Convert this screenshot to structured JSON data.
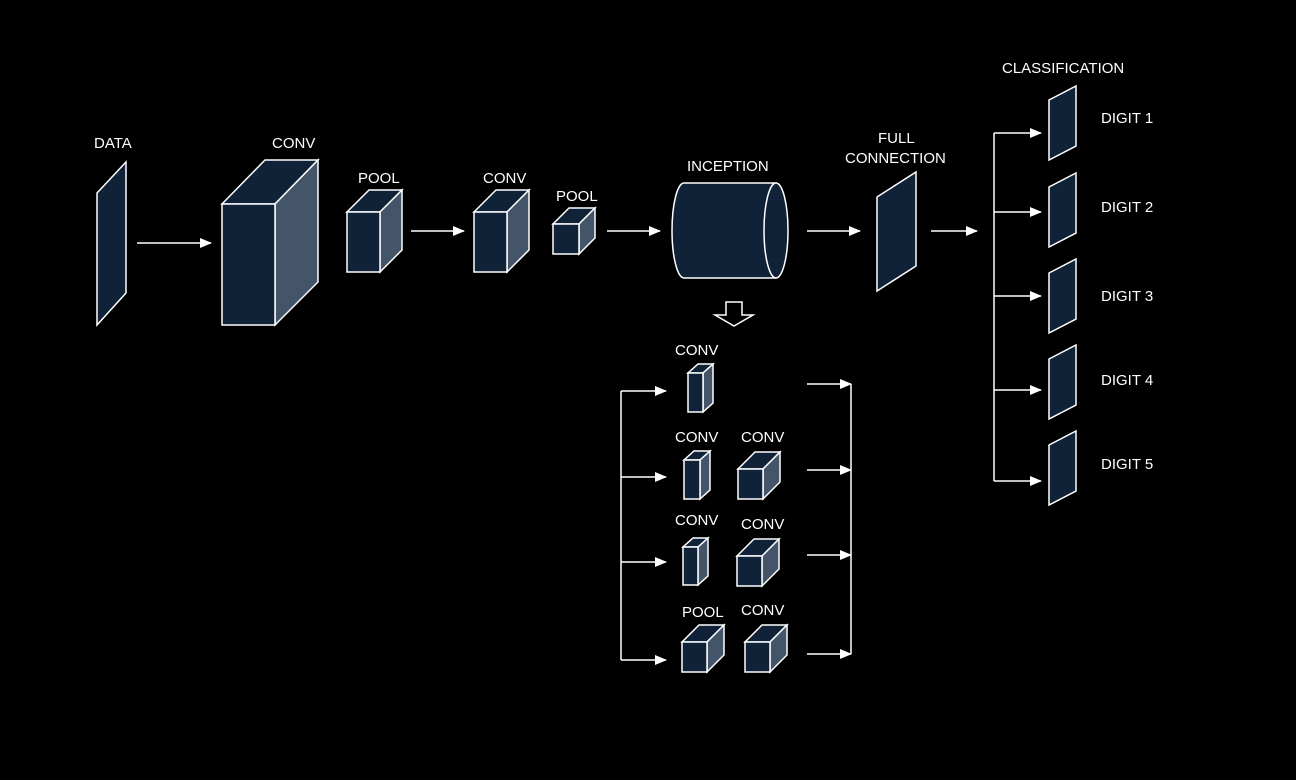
{
  "colors": {
    "background": "#000000",
    "fill": "#0f2238",
    "side": "#44556a",
    "stroke": "#ffffff"
  },
  "main": {
    "data": "DATA",
    "conv1": "CONV",
    "pool1": "POOL",
    "conv2": "CONV",
    "pool2": "POOL",
    "inception": "INCEPTION",
    "full_line1": "FULL",
    "full_line2": "CONNECTION",
    "classification": "CLASSIFICATION"
  },
  "digits": [
    "DIGIT 1",
    "DIGIT 2",
    "DIGIT 3",
    "DIGIT 4",
    "DIGIT 5"
  ],
  "inception_detail": {
    "branch1": [
      "CONV"
    ],
    "branch2": [
      "CONV",
      "CONV"
    ],
    "branch3": [
      "CONV",
      "CONV"
    ],
    "branch4": [
      "POOL",
      "CONV"
    ]
  }
}
